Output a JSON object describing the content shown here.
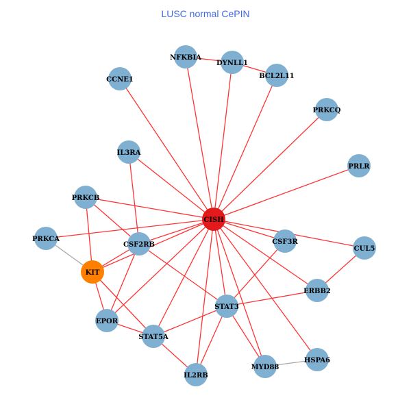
{
  "title": "LUSC normal CePIN",
  "colors": {
    "default_node": "#7fb0d2",
    "center_node": "#e31a1c",
    "highlight_node": "#ff7f00",
    "edge": "#ff3333",
    "weak_edge": "#a9a9a9"
  },
  "nodes": [
    {
      "id": "CISH",
      "type": "center"
    },
    {
      "id": "NFKBIA"
    },
    {
      "id": "DYNLL1"
    },
    {
      "id": "BCL2L11"
    },
    {
      "id": "CCNE1"
    },
    {
      "id": "PRKCQ"
    },
    {
      "id": "IL3RA"
    },
    {
      "id": "PRLR"
    },
    {
      "id": "PRKCB"
    },
    {
      "id": "PRKCA"
    },
    {
      "id": "CSF2RB"
    },
    {
      "id": "CSF3R"
    },
    {
      "id": "CUL5"
    },
    {
      "id": "KIT",
      "type": "highlight"
    },
    {
      "id": "ERBB2"
    },
    {
      "id": "STAT3"
    },
    {
      "id": "EPOR"
    },
    {
      "id": "STAT5A"
    },
    {
      "id": "IL2RB"
    },
    {
      "id": "MYD88"
    },
    {
      "id": "HSPA6"
    }
  ],
  "edges": [
    [
      "CISH",
      "NFKBIA"
    ],
    [
      "CISH",
      "DYNLL1"
    ],
    [
      "CISH",
      "BCL2L11"
    ],
    [
      "CISH",
      "CCNE1"
    ],
    [
      "CISH",
      "PRKCQ"
    ],
    [
      "CISH",
      "PRLR"
    ],
    [
      "CISH",
      "PRKCB"
    ],
    [
      "CISH",
      "PRKCA"
    ],
    [
      "CISH",
      "CSF2RB"
    ],
    [
      "CISH",
      "CSF3R"
    ],
    [
      "CISH",
      "CUL5"
    ],
    [
      "CISH",
      "KIT"
    ],
    [
      "CISH",
      "ERBB2"
    ],
    [
      "CISH",
      "STAT3"
    ],
    [
      "CISH",
      "EPOR"
    ],
    [
      "CISH",
      "STAT5A"
    ],
    [
      "CISH",
      "IL2RB"
    ],
    [
      "CISH",
      "MYD88"
    ],
    [
      "CISH",
      "HSPA6"
    ],
    [
      "CISH",
      "IL3RA"
    ],
    [
      "NFKBIA",
      "DYNLL1"
    ],
    [
      "DYNLL1",
      "BCL2L11"
    ],
    [
      "IL3RA",
      "CSF2RB"
    ],
    [
      "PRKCB",
      "KIT"
    ],
    [
      "PRKCB",
      "CSF2RB"
    ],
    [
      "CSF2RB",
      "STAT3"
    ],
    [
      "KIT",
      "CSF2RB"
    ],
    [
      "KIT",
      "EPOR"
    ],
    [
      "KIT",
      "STAT5A"
    ],
    [
      "CSF2RB",
      "EPOR"
    ],
    [
      "EPOR",
      "STAT5A"
    ],
    [
      "STAT5A",
      "STAT3"
    ],
    [
      "STAT5A",
      "IL2RB"
    ],
    [
      "STAT3",
      "IL2RB"
    ],
    [
      "STAT3",
      "MYD88"
    ],
    [
      "STAT3",
      "CSF3R"
    ],
    [
      "STAT3",
      "ERBB2"
    ],
    [
      "ERBB2",
      "CUL5"
    ],
    [
      "MYD88",
      "HSPA6",
      "weak"
    ],
    [
      "PRKCA",
      "KIT",
      "weak"
    ]
  ]
}
